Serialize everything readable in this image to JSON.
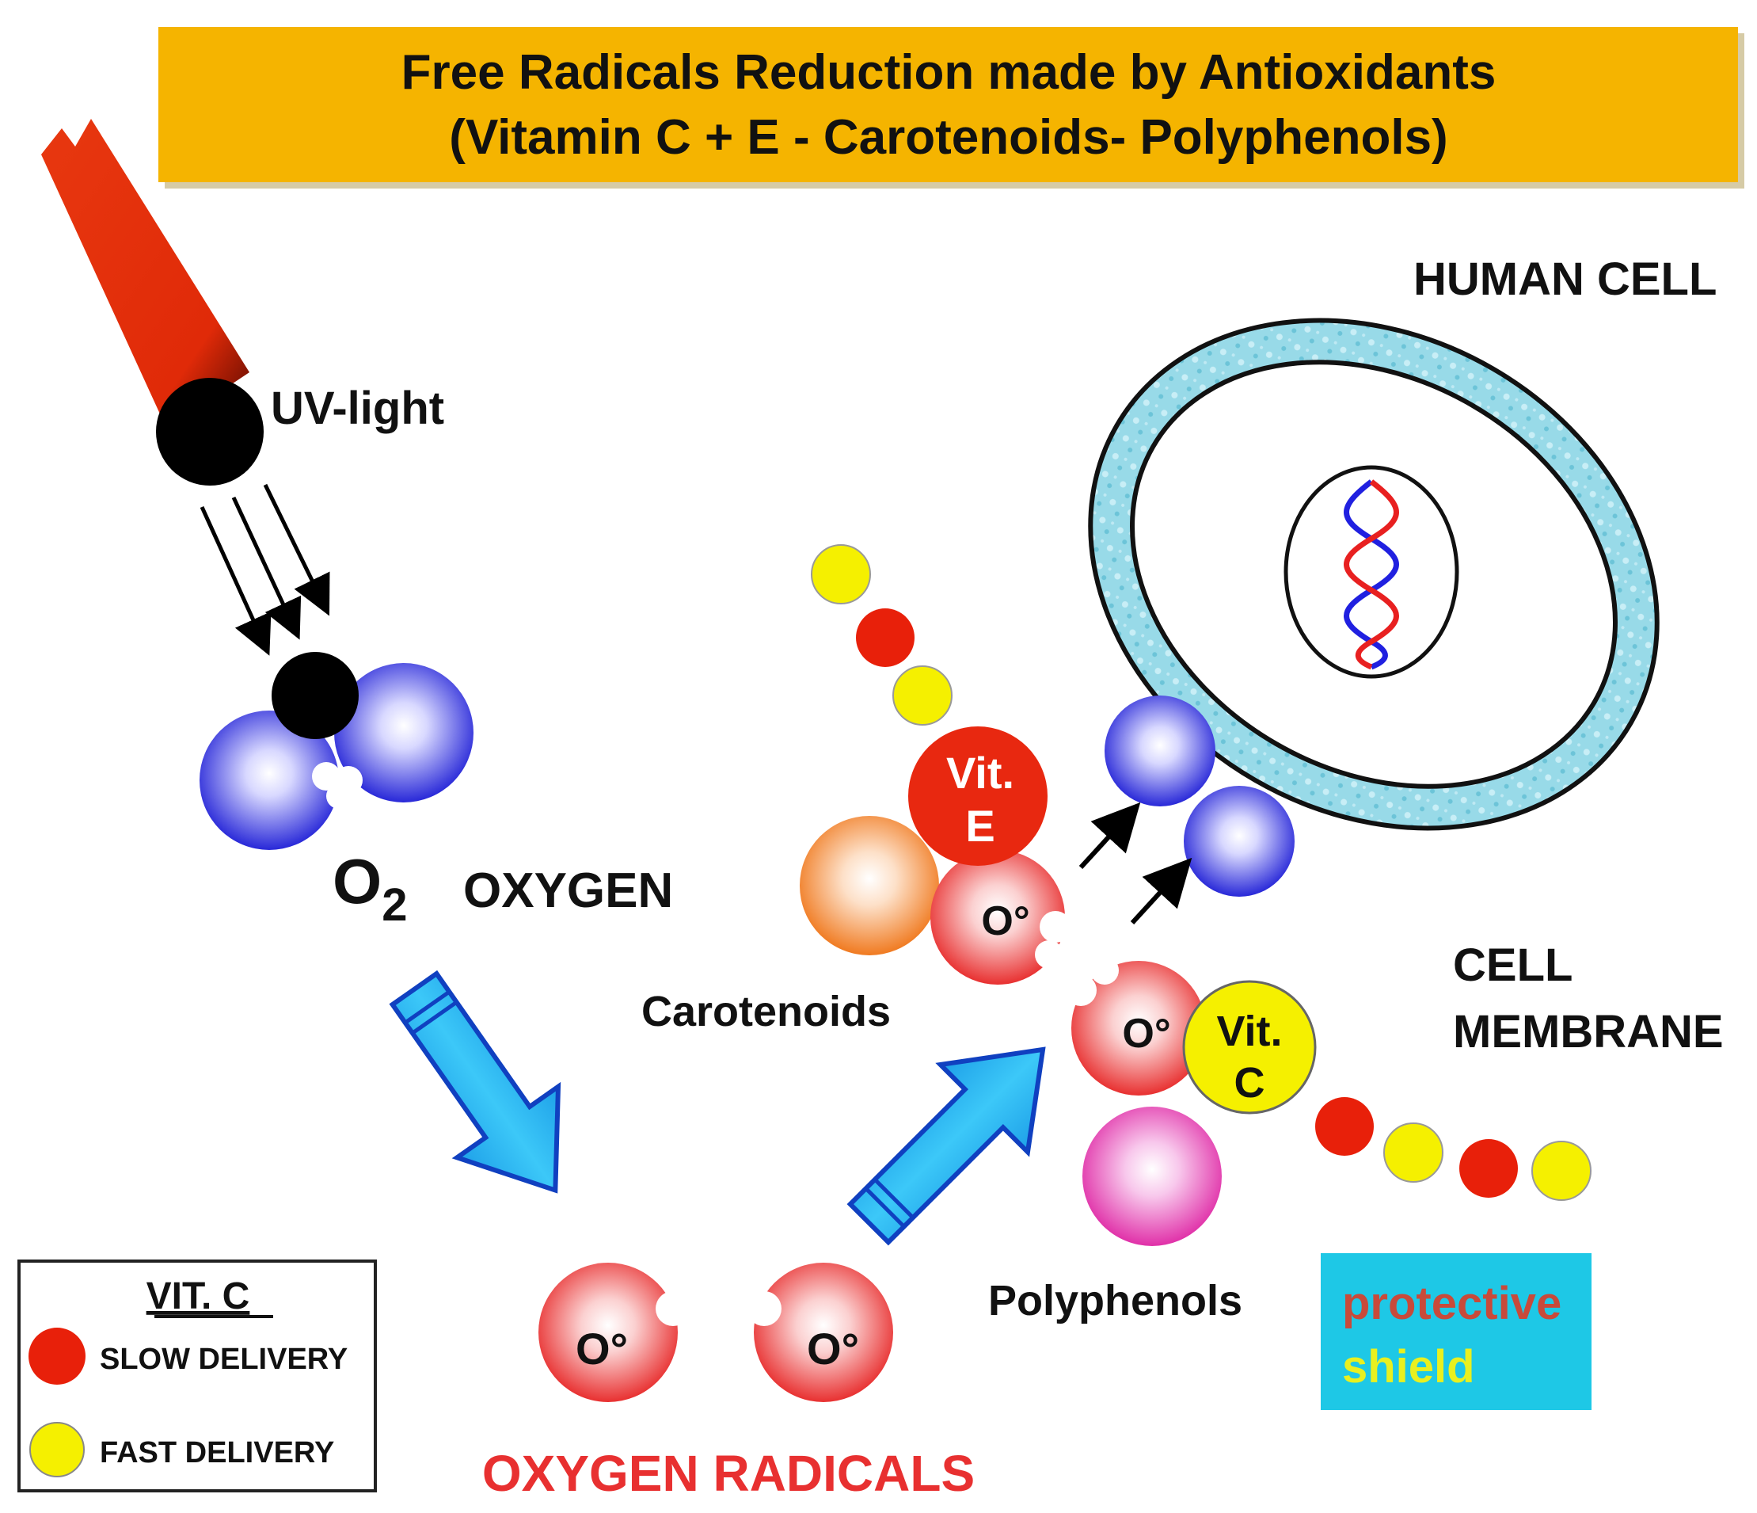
{
  "title": {
    "line1": "Free Radicals Reduction made by Antioxidants",
    "line2": "(Vitamin C + E - Carotenoids- Polyphenols)"
  },
  "labels": {
    "uv_light": "UV-light",
    "o2_main": "O",
    "o2_sub": "2",
    "oxygen": "OXYGEN",
    "human_cell": "HUMAN CELL",
    "carotenoids": "Carotenoids",
    "polyphenols": "Polyphenols",
    "cell_membrane_1": "CELL",
    "cell_membrane_2": "MEMBRANE",
    "oxygen_radicals": "OXYGEN RADICALS",
    "radical": "O°",
    "vit_e_1": "Vit.",
    "vit_e_2": "E",
    "vit_c_1": "Vit.",
    "vit_c_2": "C"
  },
  "shield": {
    "line1": "protective",
    "line2": "shield",
    "background": "#1ec8e6",
    "line1_color": "#c84a3a",
    "line2_color": "#e8f020"
  },
  "legend": {
    "title": "VIT. C",
    "items": [
      {
        "label": "SLOW DELIVERY",
        "color": "#e8200a"
      },
      {
        "label": "FAST DELIVERY",
        "color": "#f5f000"
      }
    ]
  },
  "colors": {
    "title_bg": "#f5b400",
    "oxygen_blue": "#2828d8",
    "radical_red": "#e83838",
    "vit_e": "#e82810",
    "vit_c": "#f5f000",
    "carotenoid": "#f08a30",
    "polyphenol": "#e838b0",
    "membrane": "#8fd8e6",
    "arrow_blue": "#28b8f0",
    "dna_red": "#e82020",
    "dna_blue": "#2020e0",
    "uv_beam": "#e83010"
  },
  "icons": {
    "uv_source": "uv-beam-icon",
    "molecule": "oxygen-molecule-icon",
    "cell": "human-cell-icon",
    "dna": "dna-helix-icon"
  }
}
